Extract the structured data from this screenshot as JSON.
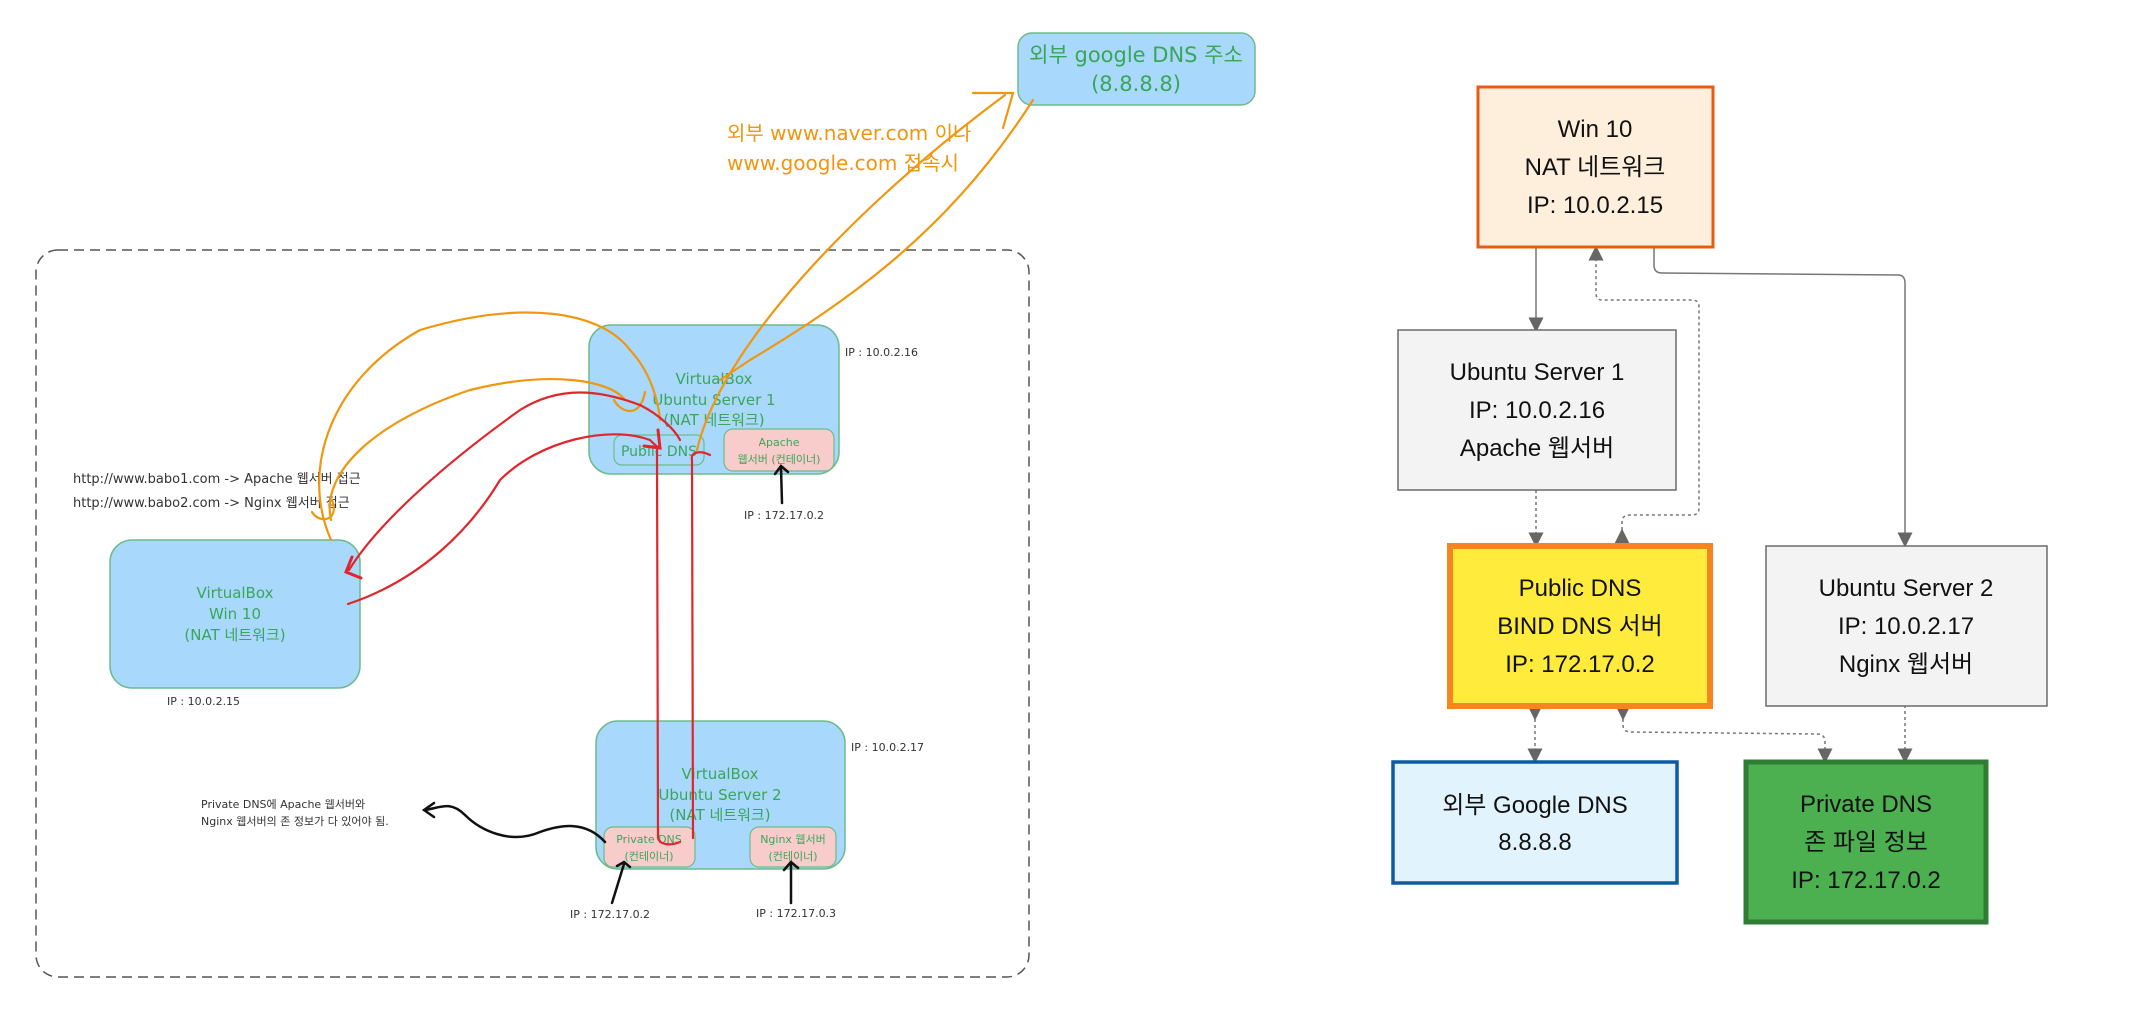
{
  "left_diagram": {
    "external_dns": {
      "line1": "외부 google DNS 주소",
      "line2": "(8.8.8.8)"
    },
    "external_note": {
      "line1": "외부 www.naver.com 이나",
      "line2": "www.google.com 접속시"
    },
    "url_notes": [
      "http://www.babo1.com -> Apache 웹서버 접근",
      "http://www.babo2.com -> Nginx 웹서버 접근"
    ],
    "ubuntu1": {
      "lines": [
        "VirtualBox",
        "Ubuntu Server 1",
        "(NAT 네트워크)"
      ],
      "ip": "IP : 10.0.2.16",
      "public_dns": "Public DNS",
      "apache": {
        "line1": "Apache",
        "line2": "웹서버 (컨테이너)"
      },
      "apache_ip": "IP : 172.17.0.2"
    },
    "win10": {
      "lines": [
        "VirtualBox",
        "Win 10",
        "(NAT 네트워크)"
      ],
      "ip": "IP : 10.0.2.15"
    },
    "ubuntu2": {
      "lines": [
        "VirtualBox",
        "Ubuntu Server 2",
        "(NAT 네트워크)"
      ],
      "ip": "IP : 10.0.2.17",
      "private_dns": {
        "line1": "Private DNS",
        "line2": "(컨테이너)"
      },
      "nginx": {
        "line1": "Nginx 웹서버",
        "line2": "(컨테이너)"
      },
      "private_dns_ip": "IP : 172.17.0.2",
      "nginx_ip": "IP : 172.17.0.3"
    },
    "private_note": {
      "line1": "Private DNS에 Apache 웹서버와",
      "line2": "Nginx 웹서버의 존 정보가 다 있어야 됨."
    }
  },
  "right_diagram": {
    "nodes": {
      "win10": {
        "lines": [
          "Win 10",
          "NAT 네트워크",
          "IP: 10.0.2.15"
        ]
      },
      "ubuntu1": {
        "lines": [
          "Ubuntu Server 1",
          "IP: 10.0.2.16",
          "Apache 웹서버"
        ]
      },
      "public_dns": {
        "lines": [
          "Public DNS",
          "BIND DNS 서버",
          "IP: 172.17.0.2"
        ]
      },
      "ubuntu2": {
        "lines": [
          "Ubuntu Server 2",
          "IP: 10.0.2.17",
          "Nginx 웹서버"
        ]
      },
      "google_dns": {
        "lines": [
          "외부 Google DNS",
          "8.8.8.8"
        ]
      },
      "private_dns": {
        "lines": [
          "Private DNS",
          "존 파일 정보",
          "IP: 172.17.0.2"
        ]
      }
    },
    "colors": {
      "win10_fill": "#fdefdc",
      "win10_border": "#e65c12",
      "server_fill": "#f3f3f3",
      "server_border": "#6b6b6b",
      "public_fill": "#ffeb3b",
      "public_border": "#f5851f",
      "google_fill": "#e1f3fc",
      "google_border": "#0d5ba3",
      "private_fill": "#4caf50",
      "private_border": "#2e7d32"
    }
  },
  "colors": {
    "vm_fill": "#a8d8fb",
    "vm_stroke": "#6cbb8a",
    "vm_text": "#3aa65a",
    "container_fill": "#f9cccc",
    "annotation_orange": "#f0960f",
    "annotation_red": "#e0262b"
  }
}
